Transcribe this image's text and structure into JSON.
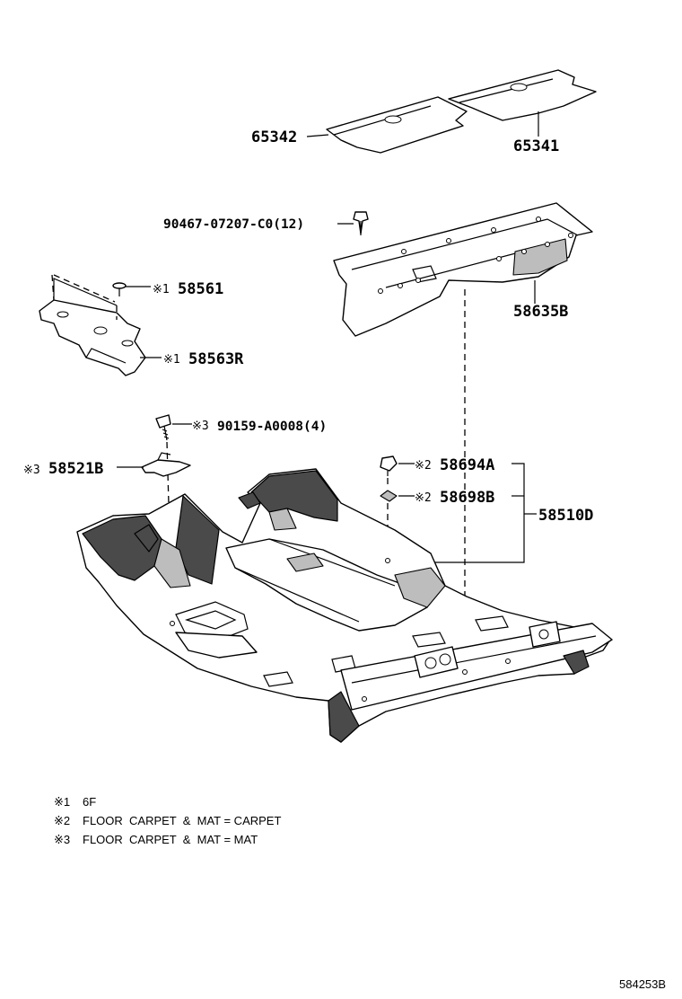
{
  "parts": {
    "p65342": "65342",
    "p65341": "65341",
    "p90467": "90467-07207-C0(12)",
    "p58635B": "58635B",
    "p58561": "58561",
    "p58563R": "58563R",
    "p90159": "90159-A0008(4)",
    "p58521B": "58521B",
    "p58694A": "58694A",
    "p58698B": "58698B",
    "p58510D": "58510D"
  },
  "marks": {
    "m1": "※1",
    "m2": "※2",
    "m3": "※3"
  },
  "notes": [
    {
      "mark": "※1",
      "text": "6F"
    },
    {
      "mark": "※2",
      "text": "FLOOR  CARPET  &  MAT = CARPET"
    },
    {
      "mark": "※3",
      "text": "FLOOR  CARPET  &  MAT = MAT"
    }
  ],
  "diagram_ref": "584253B"
}
